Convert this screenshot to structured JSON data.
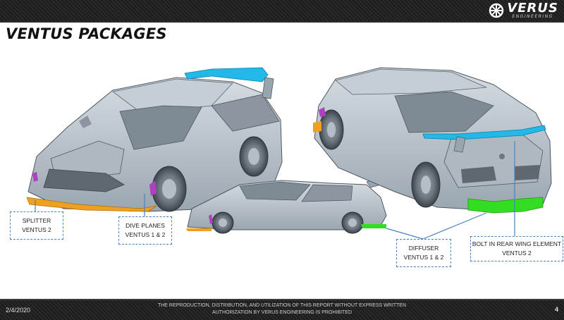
{
  "brand": {
    "logo_word": "VERUS",
    "logo_sub": "ENGINEERING",
    "logo_icon": "gear-wheel-icon"
  },
  "slide": {
    "title": "VENTUS PACKAGES"
  },
  "callouts": {
    "splitter": {
      "line1": "SPLITTER",
      "line2": "VENTUS 2"
    },
    "dive_planes": {
      "line1": "DIVE PLANES",
      "line2": "VENTUS 1 & 2"
    },
    "diffuser": {
      "line1": "DIFFUSER",
      "line2": "VENTUS 1 & 2"
    },
    "rear_wing": {
      "line1": "BOLT IN REAR WING ELEMENT",
      "line2": "VENTUS 2"
    }
  },
  "footer": {
    "date": "2/4/2020",
    "notice_line1": "THE REPRODUCTION, DISTRIBUTION, AND UTILIZATION OF THIS REPORT WITHOUT EXPRESS WRITTEN",
    "notice_line2": "AUTHORIZATION BY VERUS ENGINEERING IS PROHIBITED",
    "page_number": "4"
  },
  "colors": {
    "splitter": "#f0a020",
    "dive_planes": "#b040c0",
    "diffuser": "#33dd22",
    "rear_wing": "#22b8e8",
    "callout_border": "#4a82c0",
    "car_body": "#b9c3cc"
  }
}
